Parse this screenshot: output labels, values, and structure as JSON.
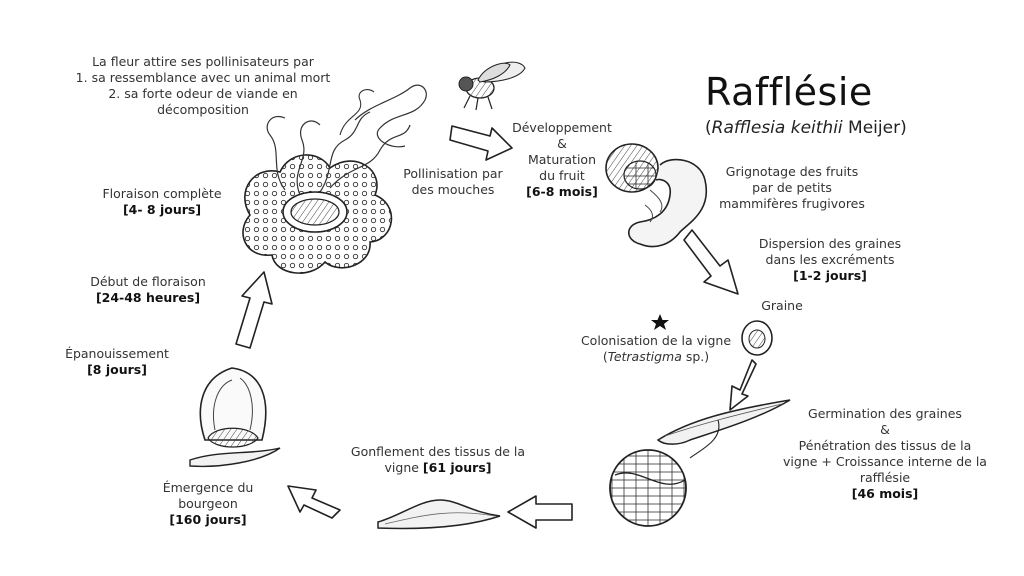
{
  "title": "Rafflésie",
  "subtitle": {
    "open": "(",
    "species": "Rafflesia keithii",
    "author": " Meijer)"
  },
  "stages": {
    "attraction": {
      "lines": [
        "La fleur attire ses pollinisateurs par",
        "1. sa ressemblance avec un animal mort",
        "2. sa forte odeur de viande en",
        "décomposition"
      ]
    },
    "pollination": {
      "lines": [
        "Pollinisation par",
        "des mouches"
      ]
    },
    "maturation": {
      "lines": [
        "Développement",
        "&",
        "Maturation",
        "du fruit"
      ],
      "duration": "[6-8 mois]"
    },
    "nibbling": {
      "lines": [
        "Grignotage des fruits",
        "par de petits",
        "mammifères frugivores"
      ]
    },
    "dispersal": {
      "lines": [
        "Dispersion des graines",
        "dans les excréments"
      ],
      "duration": "[1-2 jours]"
    },
    "seed": {
      "lines": [
        "Graine"
      ]
    },
    "colonisation": {
      "line1": "Colonisation de la vigne",
      "open": "(",
      "genus": "Tetrastigma",
      "rest": " sp.)"
    },
    "germination": {
      "lines": [
        "Germination des graines",
        "&",
        "Pénétration des tissus de la",
        "vigne + Croissance interne de la",
        "rafflésie"
      ],
      "duration": "[46 mois]"
    },
    "swelling": {
      "line1": "Gonflement des tissus de la",
      "line2": "vigne",
      "duration": "[61 jours]"
    },
    "emergence": {
      "lines": [
        "Émergence du",
        "bourgeon"
      ],
      "duration": "[160 jours]"
    },
    "blooming": {
      "line": "Épanouissement",
      "duration": "[8 jours]"
    },
    "flowering_start": {
      "line": "Début de floraison",
      "duration": "[24-48 heures]"
    },
    "full_flowering": {
      "line": "Floraison complète",
      "duration": "[4- 8 jours]"
    }
  }
}
